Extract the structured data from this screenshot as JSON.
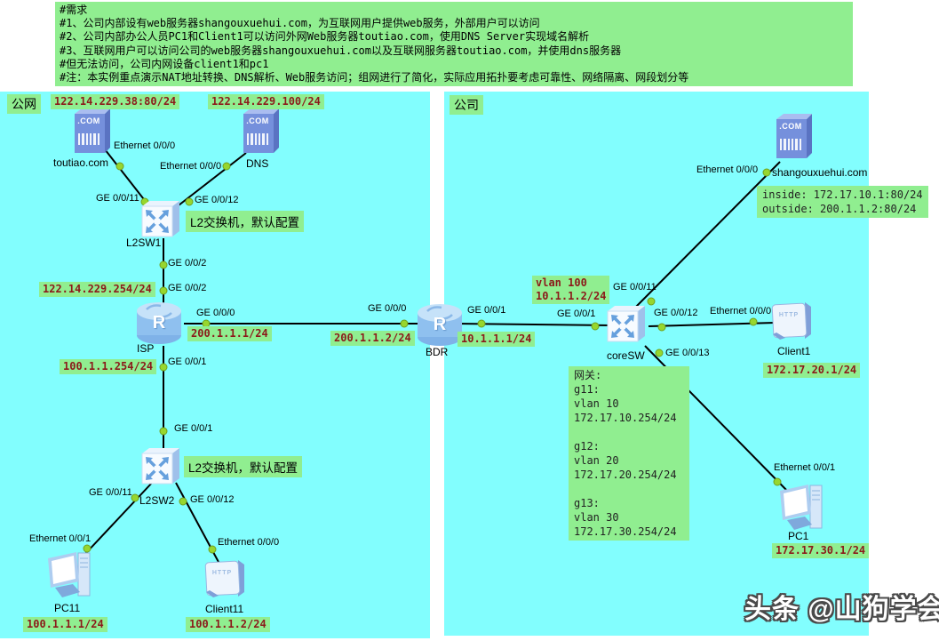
{
  "header": {
    "bg_color": "#90EE90",
    "lines": [
      "#需求",
      "#1、公司内部设有web服务器shangouxuehui.com，为互联网用户提供web服务，外部用户可以访问",
      "#2、公司内部办公人员PC1和Client1可以访问外网Web服务器toutiao.com，使用DNS Server实现域名解析",
      "#3、互联网用户可以访问公司的web服务器shangouxuehui.com以及互联网服务器toutiao.com，并使用dns服务器",
      "#但无法访问，公司内网设备client1和pc1",
      "#注：本实例重点演示NAT地址转换、DNS解析、Web服务访问；组网进行了简化，实际应用拓扑要考虑可靠性、网络隔离、网段划分等"
    ]
  },
  "regions": {
    "public": "公网",
    "company": "公司"
  },
  "devices": {
    "toutiao": {
      "name": "toutiao.com",
      "ip": "122.14.229.38:80/24"
    },
    "dns": {
      "name": "DNS",
      "ip": "122.14.229.100/24"
    },
    "l2sw1": {
      "name": "L2SW1",
      "note": "L2交换机，默认配置"
    },
    "isp": {
      "name": "ISP",
      "ip_wan": "122.14.229.254/24",
      "ip_internet": "200.1.1.1/24",
      "ip_lan": "100.1.1.254/24"
    },
    "bdr": {
      "name": "BDR",
      "ip_outside": "200.1.1.2/24",
      "ip_inside": "10.1.1.1/24"
    },
    "l2sw2": {
      "name": "L2SW2",
      "note": "L2交换机，默认配置"
    },
    "pc11": {
      "name": "PC11",
      "ip": "100.1.1.1/24"
    },
    "client11": {
      "name": "Client11",
      "ip": "100.1.1.2/24"
    },
    "coresw": {
      "name": "coreSW",
      "vlan_label": "vlan 100\n10.1.1.2/24",
      "gateway_note": "网关:\ng11:\nvlan 10\n172.17.10.254/24\n\ng12:\nvlan 20\n172.17.20.254/24\n\ng13:\nvlan 30\n172.17.30.254/24"
    },
    "shangouxuehui": {
      "name": "shangouxuehui.com",
      "nat_label": "inside: 172.17.10.1:80/24\noutside: 200.1.1.2:80/24"
    },
    "client1": {
      "name": "Client1",
      "ip": "172.17.20.1/24"
    },
    "pc1": {
      "name": "PC1",
      "ip": "172.17.30.1/24"
    }
  },
  "ports": {
    "ethernet_0_0_0": "Ethernet 0/0/0",
    "ethernet_0_0_1": "Ethernet 0/0/1",
    "ge_0_0_0": "GE 0/0/0",
    "ge_0_0_1": "GE 0/0/1",
    "ge_0_0_2": "GE 0/0/2",
    "ge_0_0_11": "GE 0/0/11",
    "ge_0_0_12": "GE 0/0/12",
    "ge_0_0_13": "GE 0/0/13"
  },
  "icon_glyphs": {
    "server": ".COM",
    "client": "HTTP",
    "router": "R"
  },
  "watermark": "头条 @山狗学会",
  "colors": {
    "panel_bg": "#82FEFE",
    "label_bg": "#90EE90",
    "ip_text": "#8B1A1A",
    "link": "#000000",
    "endpoint_dot": "#97D62E"
  }
}
